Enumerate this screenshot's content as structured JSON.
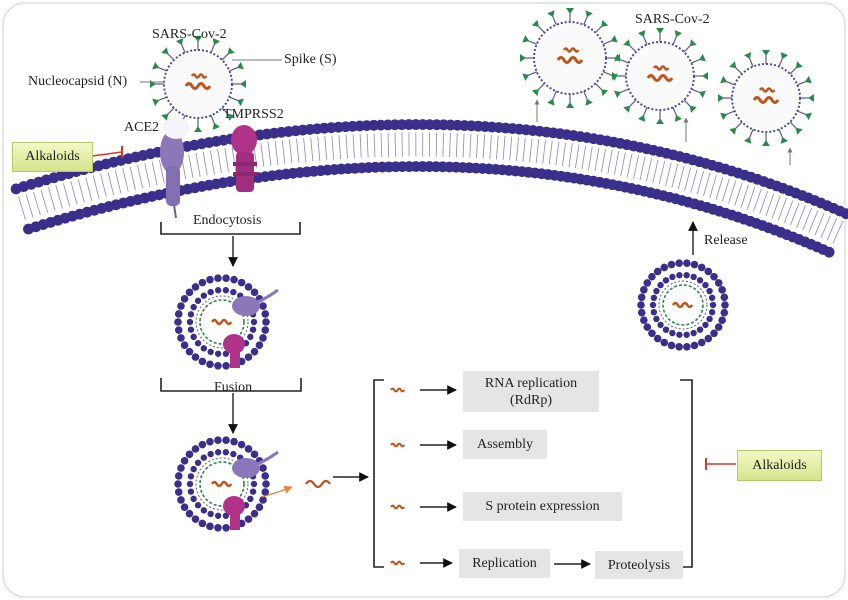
{
  "labels": {
    "virus_top_left": "SARS-Cov-2",
    "virus_top_right": "SARS-Cov-2",
    "spike": "Spike (S)",
    "nucleocapsid": "Nucleocapsid (N)",
    "ace2": "ACE2",
    "tmprss2": "TMPRSS2",
    "alkaloids_left": "Alkaloids",
    "alkaloids_right": "Alkaloids",
    "endocytosis": "Endocytosis",
    "fusion": "Fusion",
    "release": "Release"
  },
  "pathway": {
    "rna_replication_line1": "RNA replication",
    "rna_replication_line2": "(RdRp)",
    "assembly": "Assembly",
    "s_protein_expression": "S protein expression",
    "replication": "Replication",
    "proteolysis": "Proteolysis"
  },
  "colors": {
    "membrane": "#3a2f8a",
    "rna": "#c0521a",
    "spike": "#2b8a4a",
    "ace2": "#8a78b8",
    "tmprss2": "#b0338a",
    "inhibit": "#d9362a",
    "alkaloid_box": "#dbe79a"
  }
}
